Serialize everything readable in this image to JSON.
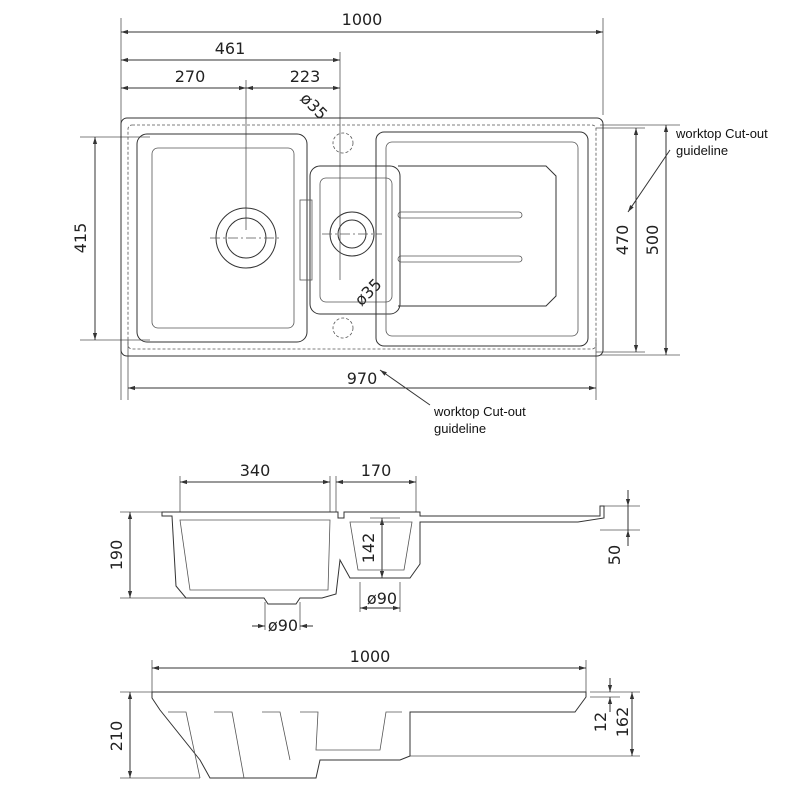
{
  "plan_view": {
    "overall_width": "1000",
    "main_bowl_to_waste2": "461",
    "main_bowl_waste": "270",
    "waste_spacing": "223",
    "tap_hole_top": "ø35",
    "tap_hole_bottom": "ø35",
    "bowl_depth": "415",
    "cutout_depth": "470",
    "overall_depth": "500",
    "cutout_width": "970",
    "cutout_note_right": [
      "worktop Cut-out",
      "guideline"
    ],
    "cutout_note_bottom": [
      "worktop Cut-out",
      "guideline"
    ]
  },
  "section_view": {
    "main_bowl_width": "340",
    "half_bowl_width": "170",
    "main_bowl_depth": "190",
    "half_bowl_depth": "142",
    "drainer_height": "50",
    "waste_main": "ø90",
    "waste_half": "ø90"
  },
  "side_view": {
    "overall_width": "1000",
    "overall_height": "210",
    "rim_thickness": "12",
    "drainer_depth": "162"
  }
}
